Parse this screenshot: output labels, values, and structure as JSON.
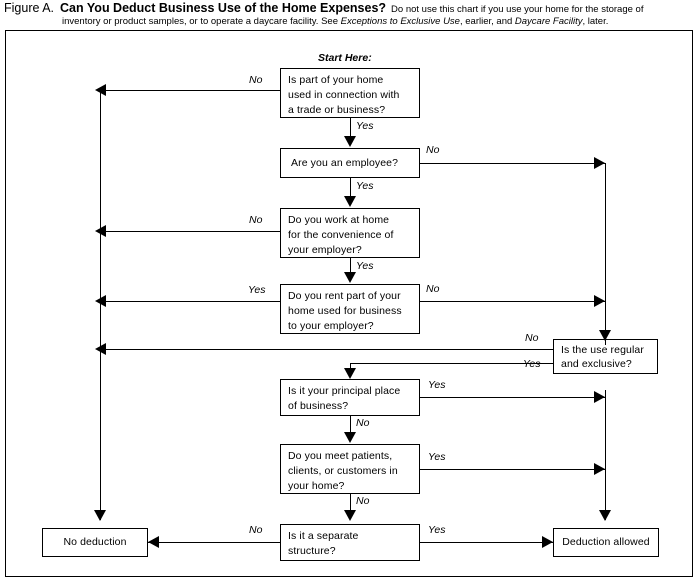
{
  "caption": {
    "figure_label": "Figure A.",
    "title": "Can You Deduct Business Use of the Home Expenses?",
    "note_part1": "Do not use this chart if you use your home for the storage of",
    "note_line2_a": "inventory or product samples, or to operate a daycare facility. See ",
    "note_line2_italic1": "Exceptions to Exclusive Use",
    "note_line2_b": ", earlier, and ",
    "note_line2_italic2": "Daycare Facility",
    "note_line2_c": ", later."
  },
  "start": {
    "label": "Start Here:"
  },
  "nodes": {
    "q1": "Is part of your home used in connection with a trade or business?",
    "q2": "Are you an employee?",
    "q3": "Do you work at home for the convenience of your employer?",
    "q4": "Do you rent part of your home used for business to your employer?",
    "q5": "Is the use regular and exclusive?",
    "q6": "Is it your principal place of business?",
    "q7": "Do you meet patients, clients, or customers in your home?",
    "q8": "Is it a separate structure?",
    "no_deduction": "No deduction",
    "deduction_allowed": "Deduction allowed"
  },
  "node_lines": {
    "q1": [
      "Is part of your home",
      "used in connection with",
      "a trade or business?"
    ],
    "q3": [
      "Do you work at home",
      "for the convenience of",
      "your employer?"
    ],
    "q4": [
      "Do you rent part of your",
      "home used for business",
      "to your employer?"
    ],
    "q5": [
      "Is the use regular",
      "and exclusive?"
    ],
    "q6": [
      "Is it your principal place",
      "of business?"
    ],
    "q7": [
      "Do you meet patients,",
      "clients, or customers in",
      "your home?"
    ],
    "q8": [
      "Is it a separate",
      "structure?"
    ]
  },
  "edges": {
    "q1_no": "No",
    "q1_yes": "Yes",
    "q2_no": "No",
    "q2_yes": "Yes",
    "q3_no": "No",
    "q3_yes": "Yes",
    "q4_yes_left": "Yes",
    "q4_no_right": "No",
    "q5_no": "No",
    "q5_yes": "Yes",
    "q6_yes": "Yes",
    "q6_no": "No",
    "q7_yes": "Yes",
    "q7_no": "No",
    "q8_no": "No",
    "q8_yes": "Yes"
  },
  "colors": {
    "line": "#000000",
    "background": "#ffffff",
    "text": "#000000"
  }
}
